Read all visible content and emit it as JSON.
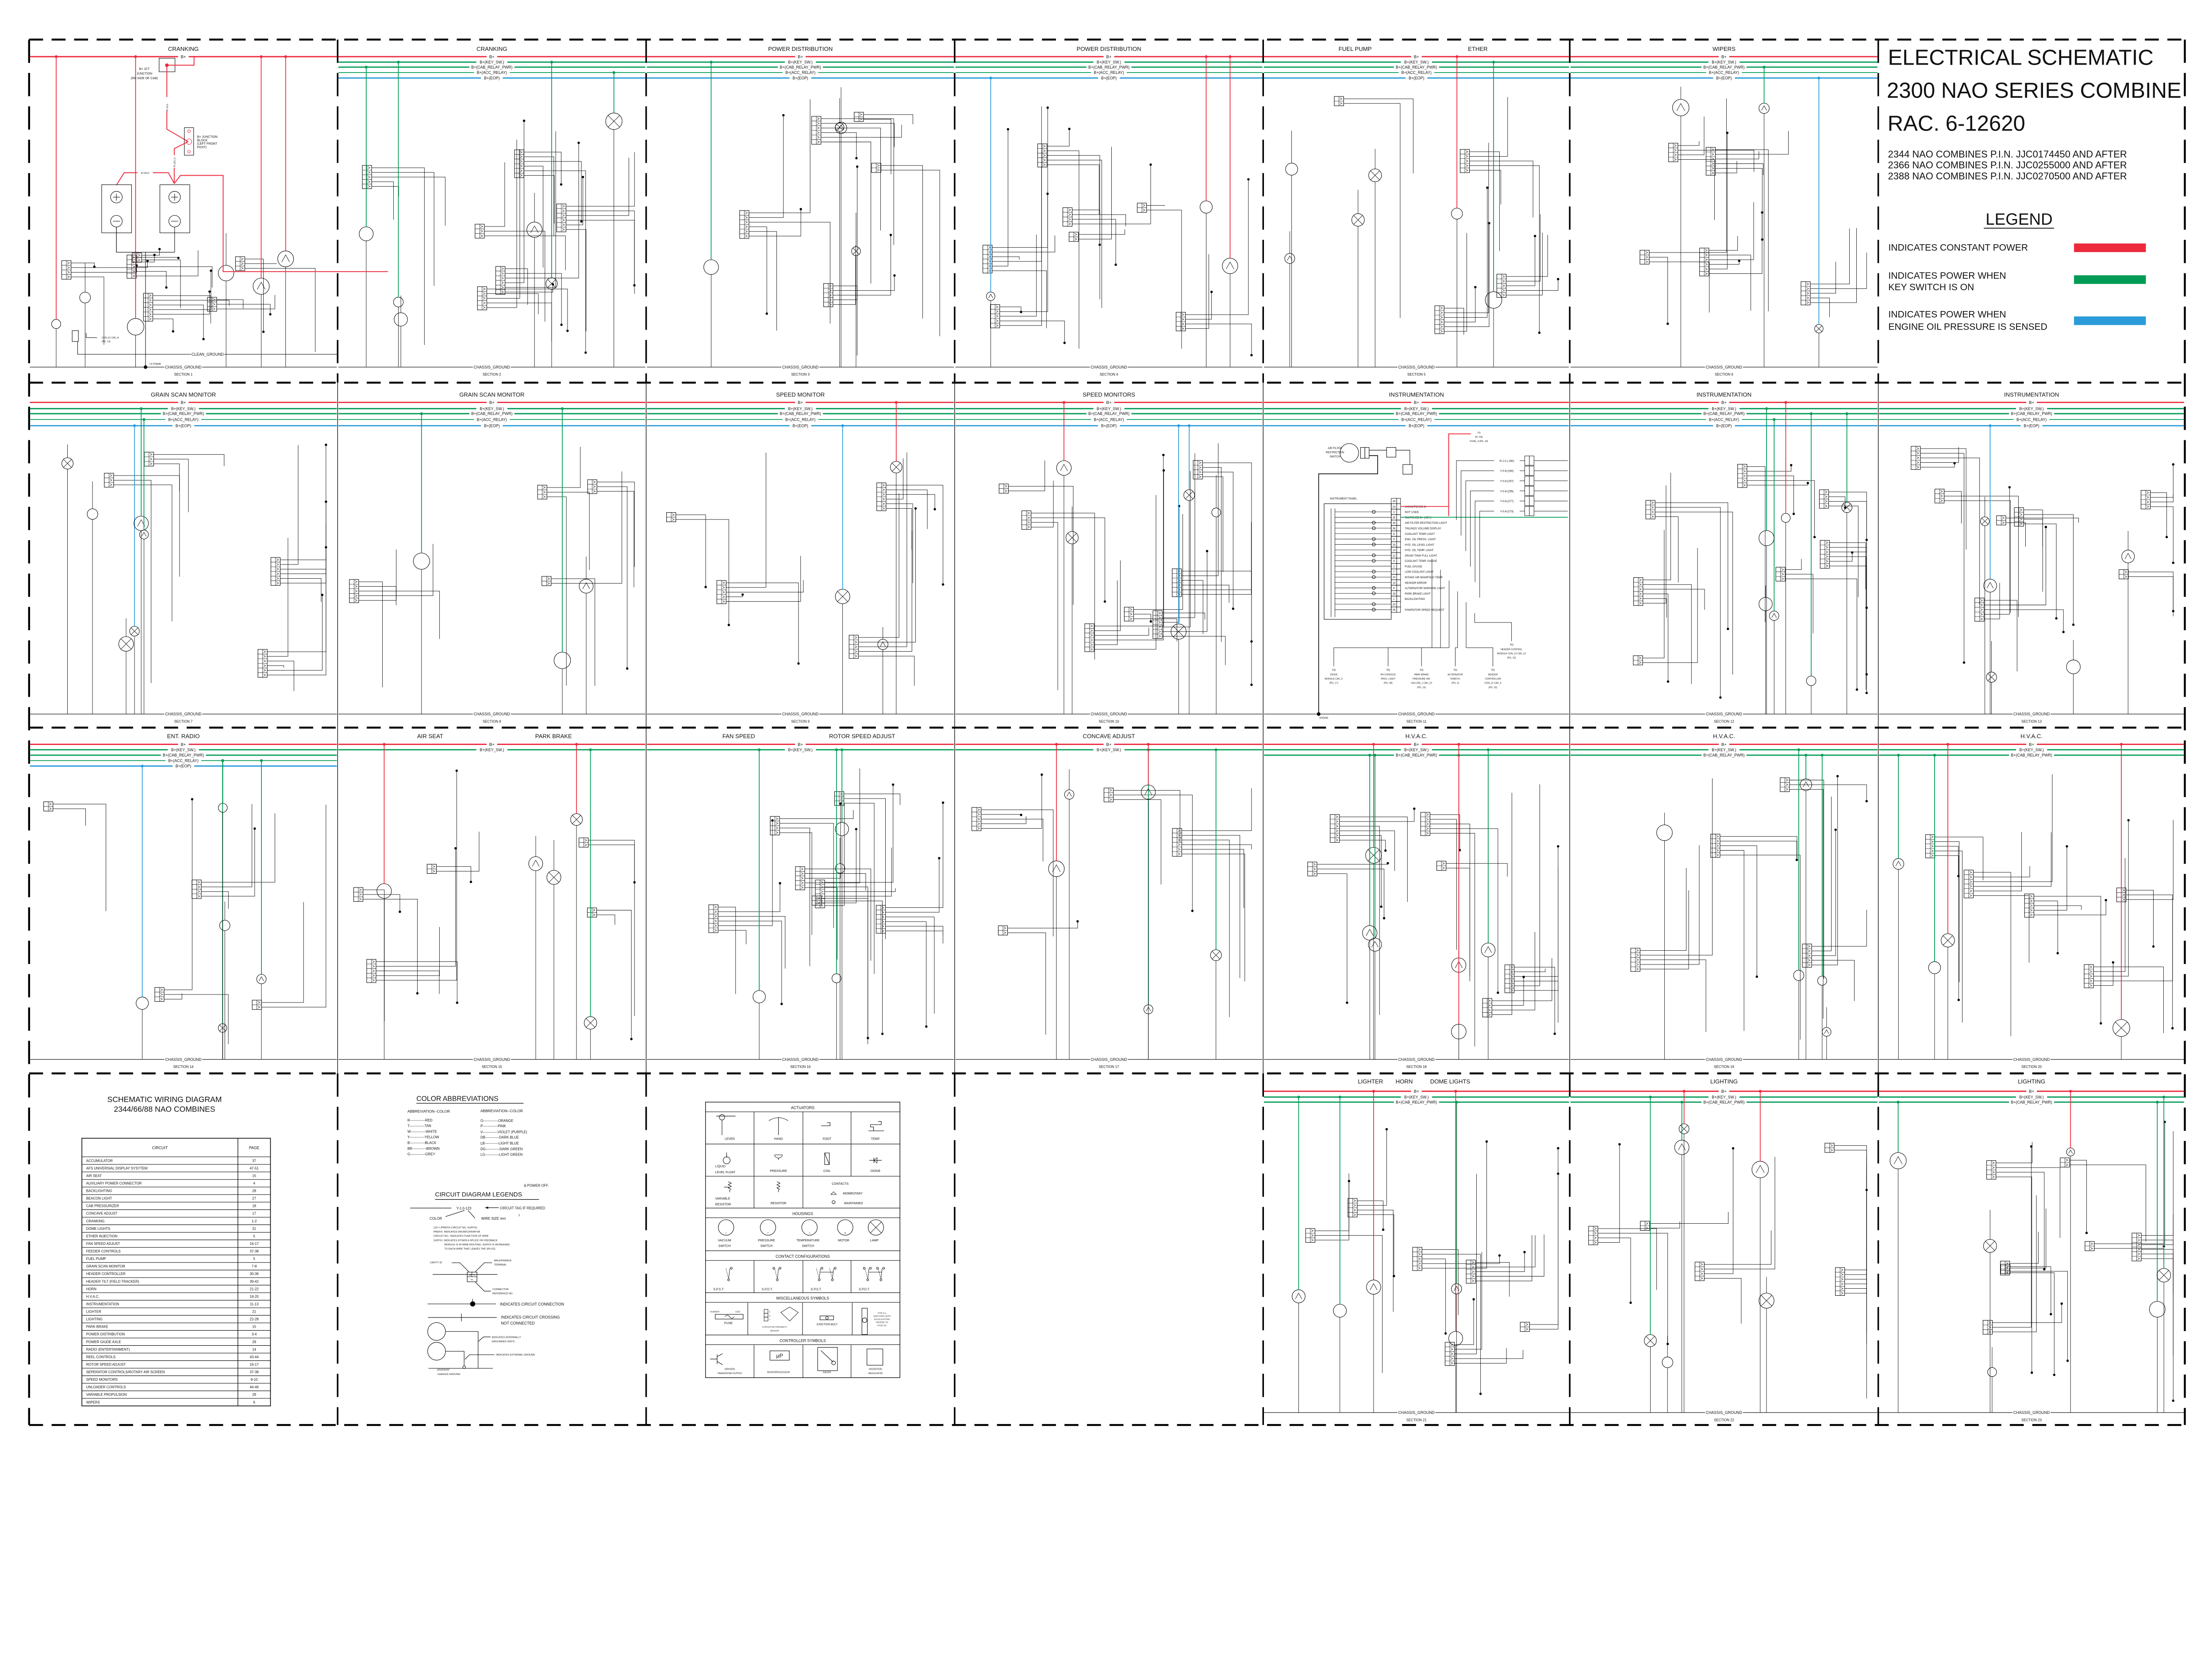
{
  "title_block": {
    "title": "ELECTRICAL SCHEMATIC",
    "series": "2300 NAO SERIES COMBINE",
    "rac": "RAC. 6-12620",
    "applicability": [
      "2344 NAO COMBINES P.I.N. JJC0174450 AND AFTER",
      "2366 NAO COMBINES P.I.N. JJC0255000 AND AFTER",
      "2388 NAO COMBINES P.I.N. JJC0270500 AND AFTER"
    ]
  },
  "legend": {
    "title": "LEGEND",
    "items": [
      {
        "lines": [
          "INDICATES CONSTANT POWER"
        ],
        "color": "#ec2a3c"
      },
      {
        "lines": [
          "INDICATES POWER WHEN",
          "KEY SWITCH IS ON"
        ],
        "color": "#009b55"
      },
      {
        "lines": [
          "INDICATES POWER WHEN",
          "ENGINE OIL PRESSURE IS SENSED"
        ],
        "color": "#2b9bd9"
      }
    ]
  },
  "buses": {
    "b_plus": {
      "label": "B+",
      "color": "#ec2a3c"
    },
    "key_sw": {
      "label": "B+(KEY_SW.)",
      "color": "#009b55"
    },
    "cab_relay_pwr": {
      "label": "B+(CAB_RELAY_PWR)",
      "color": "#009b55"
    },
    "acc_relay": {
      "label": "B+(ACC_RELAY)",
      "color": "#009b55"
    },
    "eop": {
      "label": "B+(EOP)",
      "color": "#2b9bd9"
    }
  },
  "sections": [
    {
      "titles": [
        "CRANKING"
      ],
      "label": "SECTION 1",
      "ground": "CHASSIS_GROUND",
      "buses": [
        "b_plus"
      ]
    },
    {
      "titles": [
        "CRANKING"
      ],
      "label": "SECTION 2",
      "ground": "CHASSIS_GROUND",
      "buses": [
        "b_plus",
        "key_sw",
        "cab_relay_pwr",
        "acc_relay",
        "eop"
      ]
    },
    {
      "titles": [
        "POWER DISTRIBUTION"
      ],
      "label": "SECTION 3",
      "ground": "CHASSIS_GROUND",
      "buses": [
        "b_plus",
        "key_sw",
        "cab_relay_pwr",
        "acc_relay",
        "eop"
      ]
    },
    {
      "titles": [
        "POWER DISTRIBUTION"
      ],
      "label": "SECTION 4",
      "ground": "CHASSIS_GROUND",
      "buses": [
        "b_plus",
        "key_sw",
        "cab_relay_pwr",
        "acc_relay",
        "eop"
      ]
    },
    {
      "titles": [
        "FUEL PUMP",
        "ETHER"
      ],
      "label": "SECTION 5",
      "ground": "CHASSIS_GROUND",
      "buses": [
        "b_plus",
        "key_sw",
        "cab_relay_pwr",
        "acc_relay",
        "eop"
      ]
    },
    {
      "titles": [
        "WIPERS"
      ],
      "label": "SECTION 6",
      "ground": "CHASSIS_GROUND",
      "buses": [
        "b_plus",
        "key_sw",
        "cab_relay_pwr",
        "acc_relay",
        "eop"
      ]
    },
    {
      "titles": [
        "GRAIN SCAN MONITOR"
      ],
      "label": "SECTION 7",
      "ground": "CHASSIS_GROUND",
      "buses": [
        "b_plus",
        "key_sw",
        "cab_relay_pwr",
        "acc_relay",
        "eop"
      ]
    },
    {
      "titles": [
        "GRAIN SCAN MONITOR"
      ],
      "label": "SECTION 8",
      "ground": "CHASSIS_GROUND",
      "buses": [
        "b_plus",
        "key_sw",
        "cab_relay_pwr",
        "acc_relay",
        "eop"
      ]
    },
    {
      "titles": [
        "SPEED MONITOR"
      ],
      "label": "SECTION 9",
      "ground": "CHASSIS_GROUND",
      "buses": [
        "b_plus",
        "key_sw",
        "cab_relay_pwr",
        "acc_relay",
        "eop"
      ]
    },
    {
      "titles": [
        "SPEED MONITORS"
      ],
      "label": "SECTION 10",
      "ground": "CHASSIS_GROUND",
      "buses": [
        "b_plus",
        "key_sw",
        "cab_relay_pwr",
        "acc_relay",
        "eop"
      ]
    },
    {
      "titles": [
        "INSTRUMENTATION"
      ],
      "label": "SECTION 11",
      "ground": "CHASSIS_GROUND",
      "buses": [
        "b_plus",
        "key_sw",
        "cab_relay_pwr",
        "acc_relay",
        "eop"
      ]
    },
    {
      "titles": [
        "INSTRUMENTATION"
      ],
      "label": "SECTION 12",
      "ground": "CHASSIS_GROUND",
      "buses": [
        "b_plus",
        "key_sw",
        "cab_relay_pwr",
        "acc_relay",
        "eop"
      ]
    },
    {
      "titles": [
        "INSTRUMENTATION"
      ],
      "label": "SECTION 13",
      "ground": "CHASSIS_GROUND",
      "buses": [
        "b_plus",
        "key_sw",
        "cab_relay_pwr",
        "acc_relay",
        "eop"
      ]
    },
    {
      "titles": [
        "ENT. RADIO"
      ],
      "label": "SECTION 14",
      "ground": "CHASSIS_GROUND",
      "buses": [
        "b_plus",
        "key_sw",
        "cab_relay_pwr",
        "acc_relay",
        "eop"
      ]
    },
    {
      "titles": [
        "AIR SEAT",
        "PARK BRAKE"
      ],
      "label": "SECTION 15",
      "ground": "CHASSIS_GROUND",
      "buses": [
        "b_plus",
        "key_sw"
      ]
    },
    {
      "titles": [
        "FAN SPEED",
        "ROTOR SPEED ADJUST"
      ],
      "label": "SECTION 16",
      "ground": "CHASSIS_GROUND",
      "buses": [
        "b_plus",
        "key_sw"
      ]
    },
    {
      "titles": [
        "CONCAVE ADJUST"
      ],
      "label": "SECTION 17",
      "ground": "CHASSIS_GROUND",
      "buses": [
        "b_plus",
        "key_sw"
      ]
    },
    {
      "titles": [
        "H.V.A.C."
      ],
      "label": "SECTION 18",
      "ground": "CHASSIS_GROUND",
      "buses": [
        "b_plus",
        "key_sw",
        "cab_relay_pwr"
      ]
    },
    {
      "titles": [
        "H.V.A.C."
      ],
      "label": "SECTION 19",
      "ground": "CHASSIS_GROUND",
      "buses": [
        "b_plus",
        "key_sw",
        "cab_relay_pwr"
      ]
    },
    {
      "titles": [
        "H.V.A.C."
      ],
      "label": "SECTION 20",
      "ground": "CHASSIS_GROUND",
      "buses": [
        "b_plus",
        "key_sw",
        "cab_relay_pwr"
      ]
    },
    {
      "titles": [
        "LIGHTER",
        "HORN",
        "DOME LIGHTS"
      ],
      "label": "SECTION 21",
      "ground": "CHASSIS_GROUND",
      "buses": [
        "b_plus",
        "key_sw",
        "cab_relay_pwr"
      ]
    },
    {
      "titles": [
        "LIGHTING"
      ],
      "label": "SECTION 22",
      "ground": "CHASSIS_GROUND",
      "buses": [
        "b_plus",
        "key_sw",
        "cab_relay_pwr"
      ]
    },
    {
      "titles": [
        "LIGHTING"
      ],
      "label": "SECTION 23",
      "ground": "CHASSIS_GROUND",
      "buses": [
        "b_plus",
        "key_sw",
        "cab_relay_pwr"
      ]
    }
  ],
  "cranking": {
    "bus_label": "B+",
    "jct_label": [
      "B+ JCT",
      "JUNCTION",
      "(RH SIDE OF CAB)"
    ],
    "wire_1": "R-19.0",
    "junction_block": [
      "B+ JUNCTION",
      "BLOCK",
      "(LEFT FRONT",
      "POST)"
    ],
    "wire_2": "R-103_0-",
    "wire_3": "R-103.0",
    "clean_ground": "CLEAN_GROUND",
    "frame": "LH FRAME",
    "to_label": [
      "CON_61 CAV_A",
      "(PG. 13)"
    ]
  },
  "instrumentation": {
    "switch_label": [
      "AIR FILTER",
      "RESTRICTION",
      "SWITCH"
    ],
    "panel_title": "INSTRUMENT PANEL",
    "fuse_note": [
      "TO",
      "B+ VIA",
      "FUSE_3 (PG. 14)"
    ],
    "pins": [
      {
        "pin": "18",
        "label": ""
      },
      {
        "pin": "24",
        "label": "UNSWITCHED B+"
      },
      {
        "pin": "3",
        "label": "NOT USED"
      },
      {
        "pin": "25",
        "label": "SWITCHED B+ (KEY)"
      },
      {
        "pin": "16",
        "label": "AIR FILTER RESTRICTION LIGHT"
      },
      {
        "pin": "36",
        "label": "TAILINGS VOLUME DISPLAY"
      },
      {
        "pin": "8",
        "label": "COOLANT TEMP LIGHT"
      },
      {
        "pin": "9",
        "label": "ENG. OIL PRESS. LIGHT"
      },
      {
        "pin": "15",
        "label": "HYD. OIL LEVEL LIGHT"
      },
      {
        "pin": "14",
        "label": "HYD. OIL TEMP. LIGHT"
      },
      {
        "pin": "12",
        "label": "GRAIN TANK FULL LIGHT"
      },
      {
        "pin": "4",
        "label": "COOLANT TEMP. GAUGE"
      },
      {
        "pin": "2",
        "label": "FUEL GAUGE"
      },
      {
        "pin": "7",
        "label": "LOW COOLANT LIGHT"
      },
      {
        "pin": "10",
        "label": "INTAKE AIR MANIFOLD TEMP."
      },
      {
        "pin": "13",
        "label": "HEADER ERROR"
      },
      {
        "pin": "6",
        "label": "ALTERNATOR WARNING LIGHT"
      },
      {
        "pin": "19",
        "label": "PARK BRAKE LIGHT"
      },
      {
        "pin": "1",
        "label": "BACKLIGHTING"
      },
      {
        "pin": "20",
        "label": ""
      },
      {
        "pin": "35",
        "label": "FAN/ROTOR SPEED REQUEST"
      }
    ],
    "wire_tags": [
      "R-1.0-( 260)",
      "Y-0.8-(260)",
      "Y-0.8-(257)",
      "Y-0.8-(255)",
      "Y-0.8-(277)",
      "Y-0.8-(273)"
    ],
    "destinations": [
      [
        "TO",
        "DIODE",
        "MODULE CAV_C",
        "(PG. 17)"
      ],
      [
        "TO",
        "RH CONSOLE",
        "PROJ. LIGHT",
        "(PG. 28)"
      ],
      [
        "TO",
        "PARK BRAKE",
        "PRESSURE SW.",
        "VIA CON_1 CAV_10",
        "(PG. 15)"
      ],
      [
        "TO",
        "ALTERNATOR",
        "TERM D+",
        "(PG. 3)"
      ],
      [
        "TO",
        "HEADER",
        "CONTROLLER",
        "CON_21 CAV_4",
        "(PG. 32)"
      ],
      [
        "TO",
        "HEADER CONTROL",
        "MODULE CON_21 CAV_12",
        "(PG. 32)"
      ]
    ],
    "engine_label": "ENGINE"
  },
  "circuit_index": {
    "title": "SCHEMATIC WIRING DIAGRAM",
    "subtitle": "2344/66/88 NAO COMBINES",
    "headers": [
      "CIRCUIT",
      "PAGE"
    ],
    "rows": [
      [
        "ACCUMULATOR",
        "37"
      ],
      [
        "AFS UNIVERSIAL DISPLAY SYSYTEM",
        "47-51"
      ],
      [
        "AIR SEAT",
        "15"
      ],
      [
        "AUXILIARY POWER CONNECTOR",
        "4"
      ],
      [
        "BACKLIGHTING",
        "28"
      ],
      [
        "BEACON LIGHT",
        "27"
      ],
      [
        "CAB PRESSURIZER",
        "18"
      ],
      [
        "CONCAVE ADJUST",
        "17"
      ],
      [
        "CRANKING",
        "1-2"
      ],
      [
        "DOME LIGHTS",
        "21"
      ],
      [
        "ETHER INJECTION",
        "5"
      ],
      [
        "FAN SPEED ADJUST",
        "16-17"
      ],
      [
        "FEEDER CONTROLS",
        "37-38"
      ],
      [
        "FUEL PUMP",
        "5"
      ],
      [
        "GRAIN SCAN MONITOR",
        "7-8"
      ],
      [
        "HEADER CONTROLLER",
        "30-36"
      ],
      [
        "HEADER TILT (FIELD TRACKER)",
        "39-42"
      ],
      [
        "HORN",
        "21-22"
      ],
      [
        "H.V.A.C.",
        "18-20"
      ],
      [
        "INSTRUMENTATION",
        "11-13"
      ],
      [
        "LIGHTER",
        "21"
      ],
      [
        "LIGHTING",
        "22-28"
      ],
      [
        "PARK BRAKE",
        "15"
      ],
      [
        "POWER DISTRIBUTION",
        "3-4"
      ],
      [
        "POWER GIUDE AXLE",
        "29"
      ],
      [
        "RADIO (ENTERTAINMENT)",
        "14"
      ],
      [
        "REEL CONTROLS",
        "43-44"
      ],
      [
        "ROTOR SPEED ADJUST",
        "16-17"
      ],
      [
        "SEPERATOR CONTROLS/ROTARY AIR SCREEN",
        "37-38"
      ],
      [
        "SPEED MONITORS",
        "8-10"
      ],
      [
        "UNLOADER CONTROLS",
        "44-46"
      ],
      [
        "VARIABLE PROPULSION",
        "29"
      ],
      [
        "WIPERS",
        "6"
      ]
    ]
  },
  "color_abbreviations": {
    "title": "COLOR ABBREVIATIONS",
    "column_header": "ABBREVIATION--COLOR",
    "left": [
      "R-------------RED",
      "T-------------TAN",
      "W-------------WHITE",
      "Y-------------YELLOW",
      "B-------------BLACK",
      "BR------------BROWN",
      "G-------------GREY"
    ],
    "right": [
      "O-------------ORANGE",
      "P-------------PINK",
      "V-------------VIOLET (PURPLE)",
      "DB------------DARK BLUE",
      "LB------------LIGHT BLUE",
      "DG------------DARK GREEN",
      "LG------------LIGHT GREEN"
    ]
  },
  "circuit_legends": {
    "power_off_note": "& POWER OFF.",
    "title": "CIRCUIT DIAGRAM LEGENDS",
    "tag_example": "Y-1.0-123",
    "tag_note": "CIRCUIT TAG IF REQUIRED",
    "color": "COLOR",
    "wire_size": "WIRE SIZE mm",
    "wire_size_exp": "2",
    "notes": [
      "123   ≡ (PREFIX-CIRCUIT NO.-SUFFIX)",
      "PREFIX:      INDICATES DRUM/CONVAYOR",
      "CIRCUIT NO.:  INDICATES FUNCTION OF WIRE",
      "SUFFIX:      INDICATES EITHER A SPLICE OR FEEDBACK",
      "MODULE IS IN WIRE ROUTING. SUFFIX IS INCREASED",
      "TO EACH WIRE THAT LEAVES THE SPLICE."
    ],
    "cavity_id": "CAVITY ID",
    "male_female": [
      "MALE/FEMALE",
      "TERMINAL"
    ],
    "connector_ref": [
      "CONNECTOR",
      "REFERENCE NO."
    ],
    "connector_codes": [
      "00",
      ">>",
      "00"
    ],
    "connection": "INDICATES CIRCUIT CONNECTION",
    "crossing": [
      "INDICATES CIRCUIT CROSSING",
      "NOT CONNECTED"
    ],
    "internal_ground": [
      "INDICATES INTERNALLY",
      "GROUNDED UNITS"
    ],
    "external_ground": "INDICATES EXTERNAL GROUND",
    "chassis_ground": "CHASSIS GROUND"
  },
  "symbols": {
    "actuators": {
      "header": "ACTUATORS",
      "items": [
        [
          "LEVER"
        ],
        [
          "HAND"
        ],
        [
          "FOOT"
        ],
        [
          "TEMP."
        ],
        [
          "LIQUID",
          "LEVEL FLOAT"
        ],
        [
          "PRESSURE"
        ],
        [
          "COIL"
        ],
        [
          "DIODE"
        ],
        [
          "VARIABLE",
          "RESISTOR"
        ],
        [
          "RESISTOR"
        ]
      ],
      "contacts": {
        "title": "CONTACTS",
        "momentary": "MOMENTARY",
        "maintained": "MAINTAINED"
      }
    },
    "housings": {
      "header": "HOUSINGS",
      "items": [
        {
          "letter": "V",
          "label": [
            "VACUUM",
            "SWITCH"
          ]
        },
        {
          "letter": "P",
          "label": [
            "PRESSURE",
            "SWITCH"
          ]
        },
        {
          "letter": "T",
          "label": [
            "TEMPERATURE",
            "SWITCH"
          ]
        },
        {
          "letter": "M",
          "label": [
            "MOTOR"
          ]
        },
        {
          "letter": "",
          "label": [
            "LAMP"
          ]
        }
      ]
    },
    "contact_configurations": {
      "header": "CONTACT CONFIGURATIONS",
      "items": [
        "S.P.S.T.",
        "S.P.D.T.",
        "D.P.S.T.",
        "D.P.D.T."
      ]
    },
    "miscellaneous": {
      "header": "MISCELLANEOUS SYMBOLS",
      "fuse": {
        "number": "NUMBER",
        "size": "SIZE",
        "label": "FUSE"
      },
      "sensor": {
        "pins": [
          "A",
          "B",
          "C"
        ],
        "label": [
          "CAPACITIVE PROXIMITY",
          "SENSOR"
        ]
      },
      "junction_bolt": "JUNCTION BOLT",
      "backlighting_note": [
        "FOR ALL",
        "SWITCHES WITH",
        "BACKLIGHTING",
        "REFERE TO",
        "PAGE 28."
      ]
    },
    "controller": {
      "header": "CONTROLLER SYMBOLS",
      "items": [
        [
          "(DRIVER)",
          "TRANSISTER OUTPUT"
        ],
        [
          "MICROPROCESSOR"
        ],
        [
          "GAUGE"
        ],
        [
          "(INVERTER)",
          "REGULATOR"
        ]
      ],
      "micro_text": "µP"
    }
  }
}
